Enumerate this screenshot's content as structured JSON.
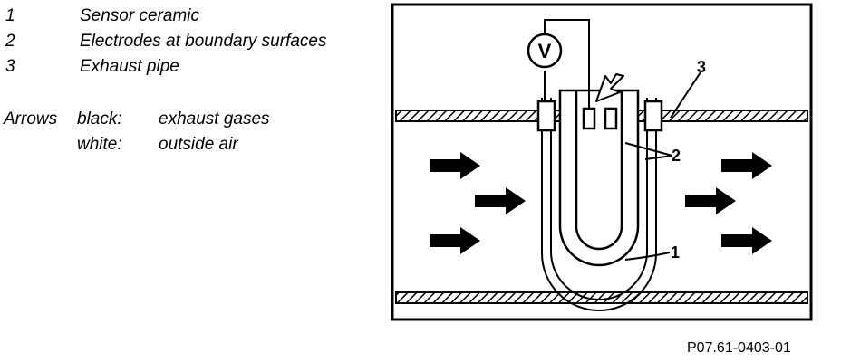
{
  "legend": {
    "items": [
      {
        "number": "1",
        "text": "Sensor ceramic"
      },
      {
        "number": "2",
        "text": "Electrodes at boundary surfaces"
      },
      {
        "number": "3",
        "text": "Exhaust pipe"
      }
    ],
    "arrows_heading": "Arrows",
    "black_key": "black:",
    "black_value": "exhaust gases",
    "white_key": "white:",
    "white_value": "outside air"
  },
  "diagram": {
    "voltmeter_symbol": "V",
    "callouts": [
      "1",
      "2",
      "3"
    ]
  },
  "reference_code": "P07.61-0403-01"
}
